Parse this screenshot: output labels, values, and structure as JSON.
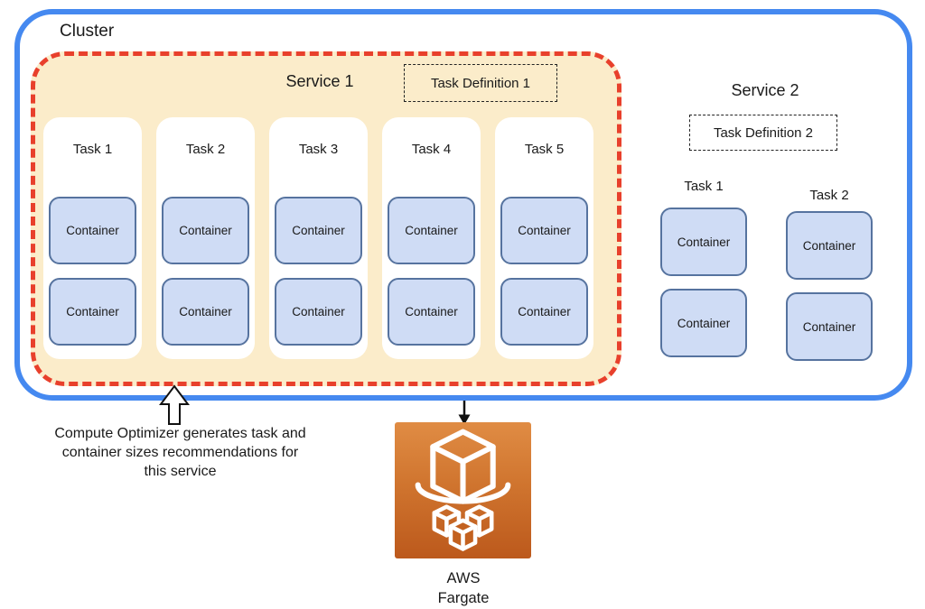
{
  "diagram": {
    "cluster": {
      "label": "Cluster"
    },
    "service1": {
      "title": "Service 1",
      "task_definition": "Task Definition 1",
      "tasks": [
        {
          "label": "Task 1",
          "containers": [
            "Container",
            "Container"
          ]
        },
        {
          "label": "Task 2",
          "containers": [
            "Container",
            "Container"
          ]
        },
        {
          "label": "Task 3",
          "containers": [
            "Container",
            "Container"
          ]
        },
        {
          "label": "Task 4",
          "containers": [
            "Container",
            "Container"
          ]
        },
        {
          "label": "Task 5",
          "containers": [
            "Container",
            "Container"
          ]
        }
      ]
    },
    "service2": {
      "title": "Service 2",
      "task_definition": "Task Definition 2",
      "tasks": [
        {
          "label": "Task 1",
          "containers": [
            "Container",
            "Container"
          ]
        },
        {
          "label": "Task 2",
          "containers": [
            "Container",
            "Container"
          ]
        }
      ]
    },
    "annotation": {
      "lines": [
        "Compute Optimizer generates task and",
        "container sizes recommendations for",
        "this service"
      ]
    },
    "fargate": {
      "icon": "aws-fargate-icon",
      "label_lines": [
        "AWS",
        "Fargate"
      ]
    },
    "colors": {
      "cluster_border": "#4589f0",
      "service_fill": "#fbecca",
      "service1_border": "#e8402c",
      "container_fill": "#cfdcf5",
      "container_border": "#56739f",
      "taskdef_border": "#222222",
      "fargate_gradient_top": "#e08c44",
      "fargate_gradient_bottom": "#bc591c",
      "text": "#1a1a1a"
    }
  }
}
